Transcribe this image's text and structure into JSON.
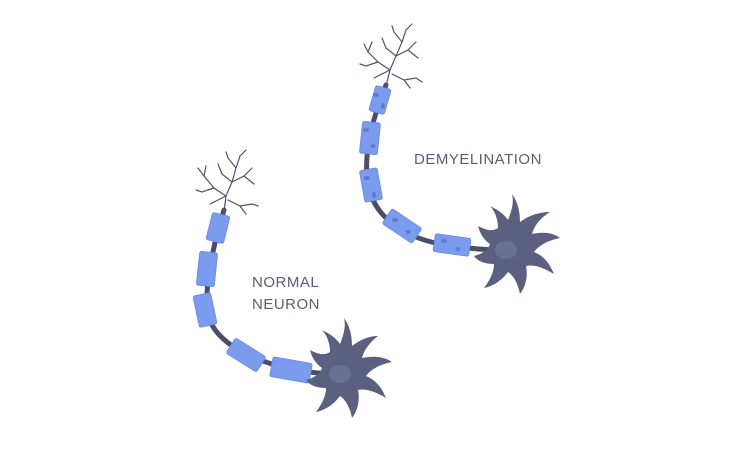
{
  "labels": {
    "demyelination": "DEMYELINATION",
    "normal_line1": "NORMAL",
    "normal_line2": "NEURON"
  },
  "colors": {
    "myelin": "#7b9bef",
    "myelin_dark": "#5f7fd6",
    "lesion": "#5a74c9",
    "axon": "#4a4e6b",
    "soma": "#5b5f80",
    "nucleus": "#6b7090",
    "dendrite": "#4f536e",
    "label": "#5a5d76"
  }
}
